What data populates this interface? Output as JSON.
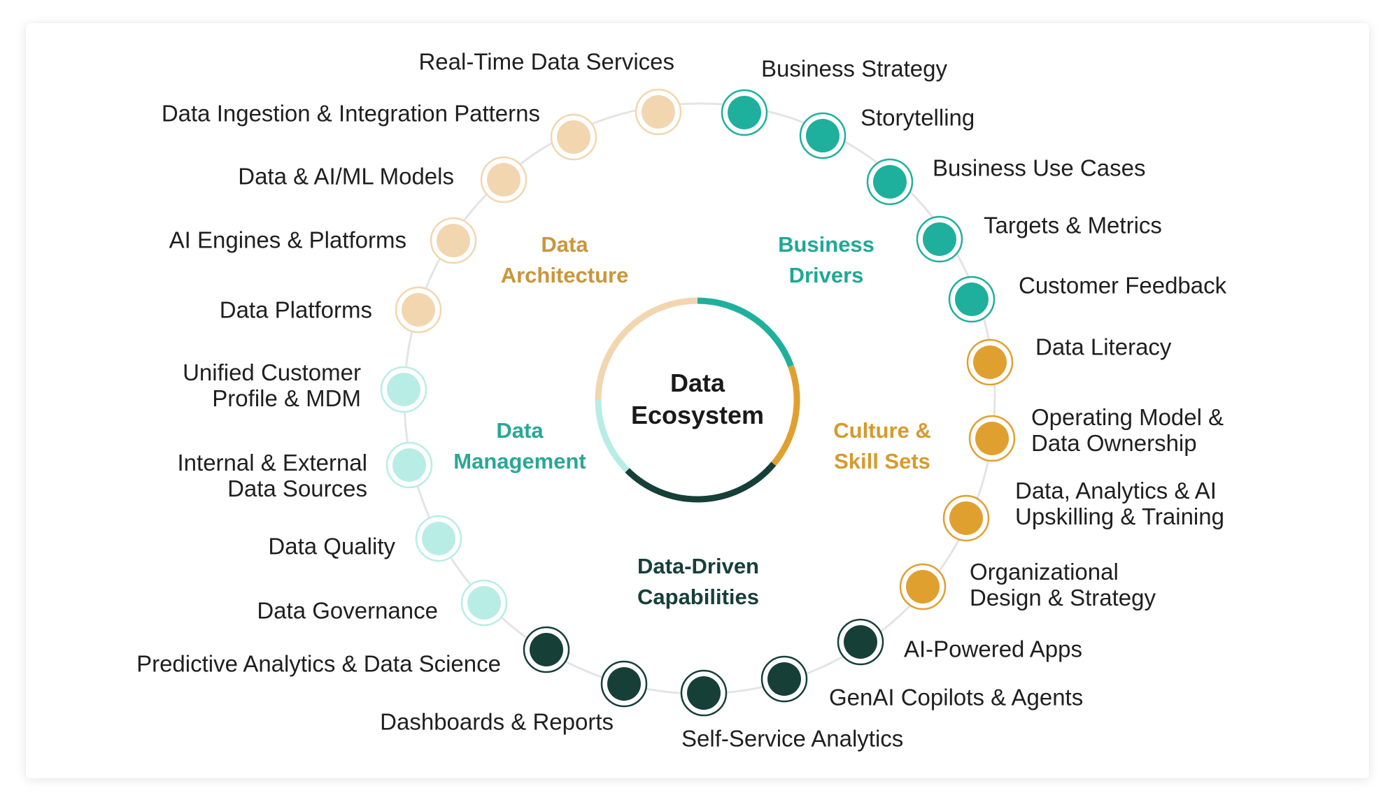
{
  "center": {
    "line1": "Data",
    "line2": "Ecosystem"
  },
  "colors": {
    "data_architecture": "#f2d6b0",
    "business_drivers": "#1fb09d",
    "culture_skill_sets": "#e0a030",
    "data_driven_capabilities": "#163f38",
    "data_management": "#b8ede6",
    "ring": "#e4e4e4"
  },
  "quadrants": [
    {
      "key": "data_architecture",
      "line1": "Data",
      "line2": "Architecture",
      "color": "#c9963c"
    },
    {
      "key": "business_drivers",
      "line1": "Business",
      "line2": "Drivers",
      "color": "#1fa896"
    },
    {
      "key": "culture_skill_sets",
      "line1": "Culture &",
      "line2": "Skill Sets",
      "color": "#d79a2c"
    },
    {
      "key": "data_driven_capabilities",
      "line1": "Data-Driven",
      "line2": "Capabilities",
      "color": "#163f38"
    },
    {
      "key": "data_management",
      "line1": "Data",
      "line2": "Management",
      "color": "#27a896"
    }
  ],
  "nodes": [
    {
      "group": "data_architecture",
      "lines": [
        "Real-Time Data Services"
      ]
    },
    {
      "group": "data_architecture",
      "lines": [
        "Data Ingestion & Integration Patterns"
      ]
    },
    {
      "group": "data_architecture",
      "lines": [
        "Data & AI/ML Models"
      ]
    },
    {
      "group": "data_architecture",
      "lines": [
        "AI Engines & Platforms"
      ]
    },
    {
      "group": "data_architecture",
      "lines": [
        "Data Platforms"
      ]
    },
    {
      "group": "data_management",
      "lines": [
        "Unified Customer",
        "Profile & MDM"
      ]
    },
    {
      "group": "data_management",
      "lines": [
        "Internal & External",
        "Data Sources"
      ]
    },
    {
      "group": "data_management",
      "lines": [
        "Data Quality"
      ]
    },
    {
      "group": "data_management",
      "lines": [
        "Data Governance"
      ]
    },
    {
      "group": "data_driven_capabilities",
      "lines": [
        "Predictive Analytics & Data Science"
      ]
    },
    {
      "group": "data_driven_capabilities",
      "lines": [
        "Dashboards & Reports"
      ]
    },
    {
      "group": "data_driven_capabilities",
      "lines": [
        "Self-Service Analytics"
      ]
    },
    {
      "group": "data_driven_capabilities",
      "lines": [
        "GenAI Copilots & Agents"
      ]
    },
    {
      "group": "data_driven_capabilities",
      "lines": [
        "AI-Powered Apps"
      ]
    },
    {
      "group": "culture_skill_sets",
      "lines": [
        "Organizational",
        "Design & Strategy"
      ]
    },
    {
      "group": "culture_skill_sets",
      "lines": [
        "Data, Analytics & AI",
        "Upskilling & Training"
      ]
    },
    {
      "group": "culture_skill_sets",
      "lines": [
        "Operating Model &",
        "Data Ownership"
      ]
    },
    {
      "group": "culture_skill_sets",
      "lines": [
        "Data Literacy"
      ]
    },
    {
      "group": "business_drivers",
      "lines": [
        "Customer Feedback"
      ]
    },
    {
      "group": "business_drivers",
      "lines": [
        "Targets & Metrics"
      ]
    },
    {
      "group": "business_drivers",
      "lines": [
        "Business Use Cases"
      ]
    },
    {
      "group": "business_drivers",
      "lines": [
        "Storytelling"
      ]
    },
    {
      "group": "business_drivers",
      "lines": [
        "Business Strategy"
      ]
    }
  ]
}
